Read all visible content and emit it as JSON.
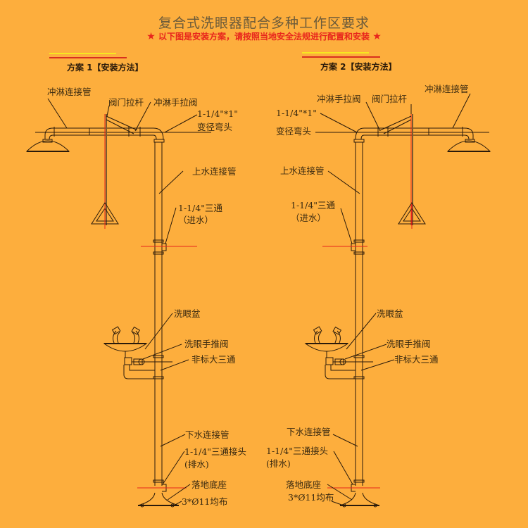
{
  "header": {
    "title": "复合式洗眼器配合多种工作区要求",
    "subtitle": "以下图是安装方案，请按照当地安全法规进行配置和安装",
    "star_icon": "★"
  },
  "colors": {
    "background": "#fdae3d",
    "title_text": "#6a5a3a",
    "subtitle_text": "#e8251c",
    "accent_yellow": "#f6e820",
    "accent_red": "#d8301e",
    "line": "#2a1a0a",
    "centerline": "#e8251c"
  },
  "plans": [
    {
      "title": "方案 1【安装方法】",
      "labels": {
        "shower_pipe": "冲淋连接管",
        "valve_rod": "阀门拉杆",
        "shower_valve": "冲淋手拉阀",
        "reducer_size": "1-1/4\"*1\"",
        "reducer_elbow": "变径弯头",
        "upper_pipe": "上水连接管",
        "inlet_tee_size": "1-1/4\"三通",
        "inlet_tee_note": "（进水）",
        "eyewash_bowl": "洗眼盆",
        "eyewash_valve": "洗眼手推阀",
        "big_tee": "非标大三通",
        "lower_pipe": "下水连接管",
        "drain_tee_size": "1-1/4\"三通接头",
        "drain_tee_note": "(排水)",
        "floor_base": "落地底座",
        "holes": "3*Ø11均布"
      }
    },
    {
      "title": "方案 2【安装方法】",
      "labels": {
        "shower_pipe": "冲淋连接管",
        "valve_rod": "阀门拉杆",
        "shower_valve": "冲淋手拉阀",
        "reducer_size": "1-1/4\"*1\"",
        "reducer_elbow": "变径弯头",
        "upper_pipe": "上水连接管",
        "inlet_tee_size": "1-1/4\"三通",
        "inlet_tee_note": "（进水）",
        "eyewash_bowl": "洗眼盆",
        "eyewash_valve": "洗眼手推阀",
        "big_tee": "非标大三通",
        "lower_pipe": "下水连接管",
        "drain_tee_size": "1-1/4\"三通接头",
        "drain_tee_note": "(排水)",
        "floor_base": "落地底座",
        "holes": "3*Ø11均布"
      }
    }
  ]
}
